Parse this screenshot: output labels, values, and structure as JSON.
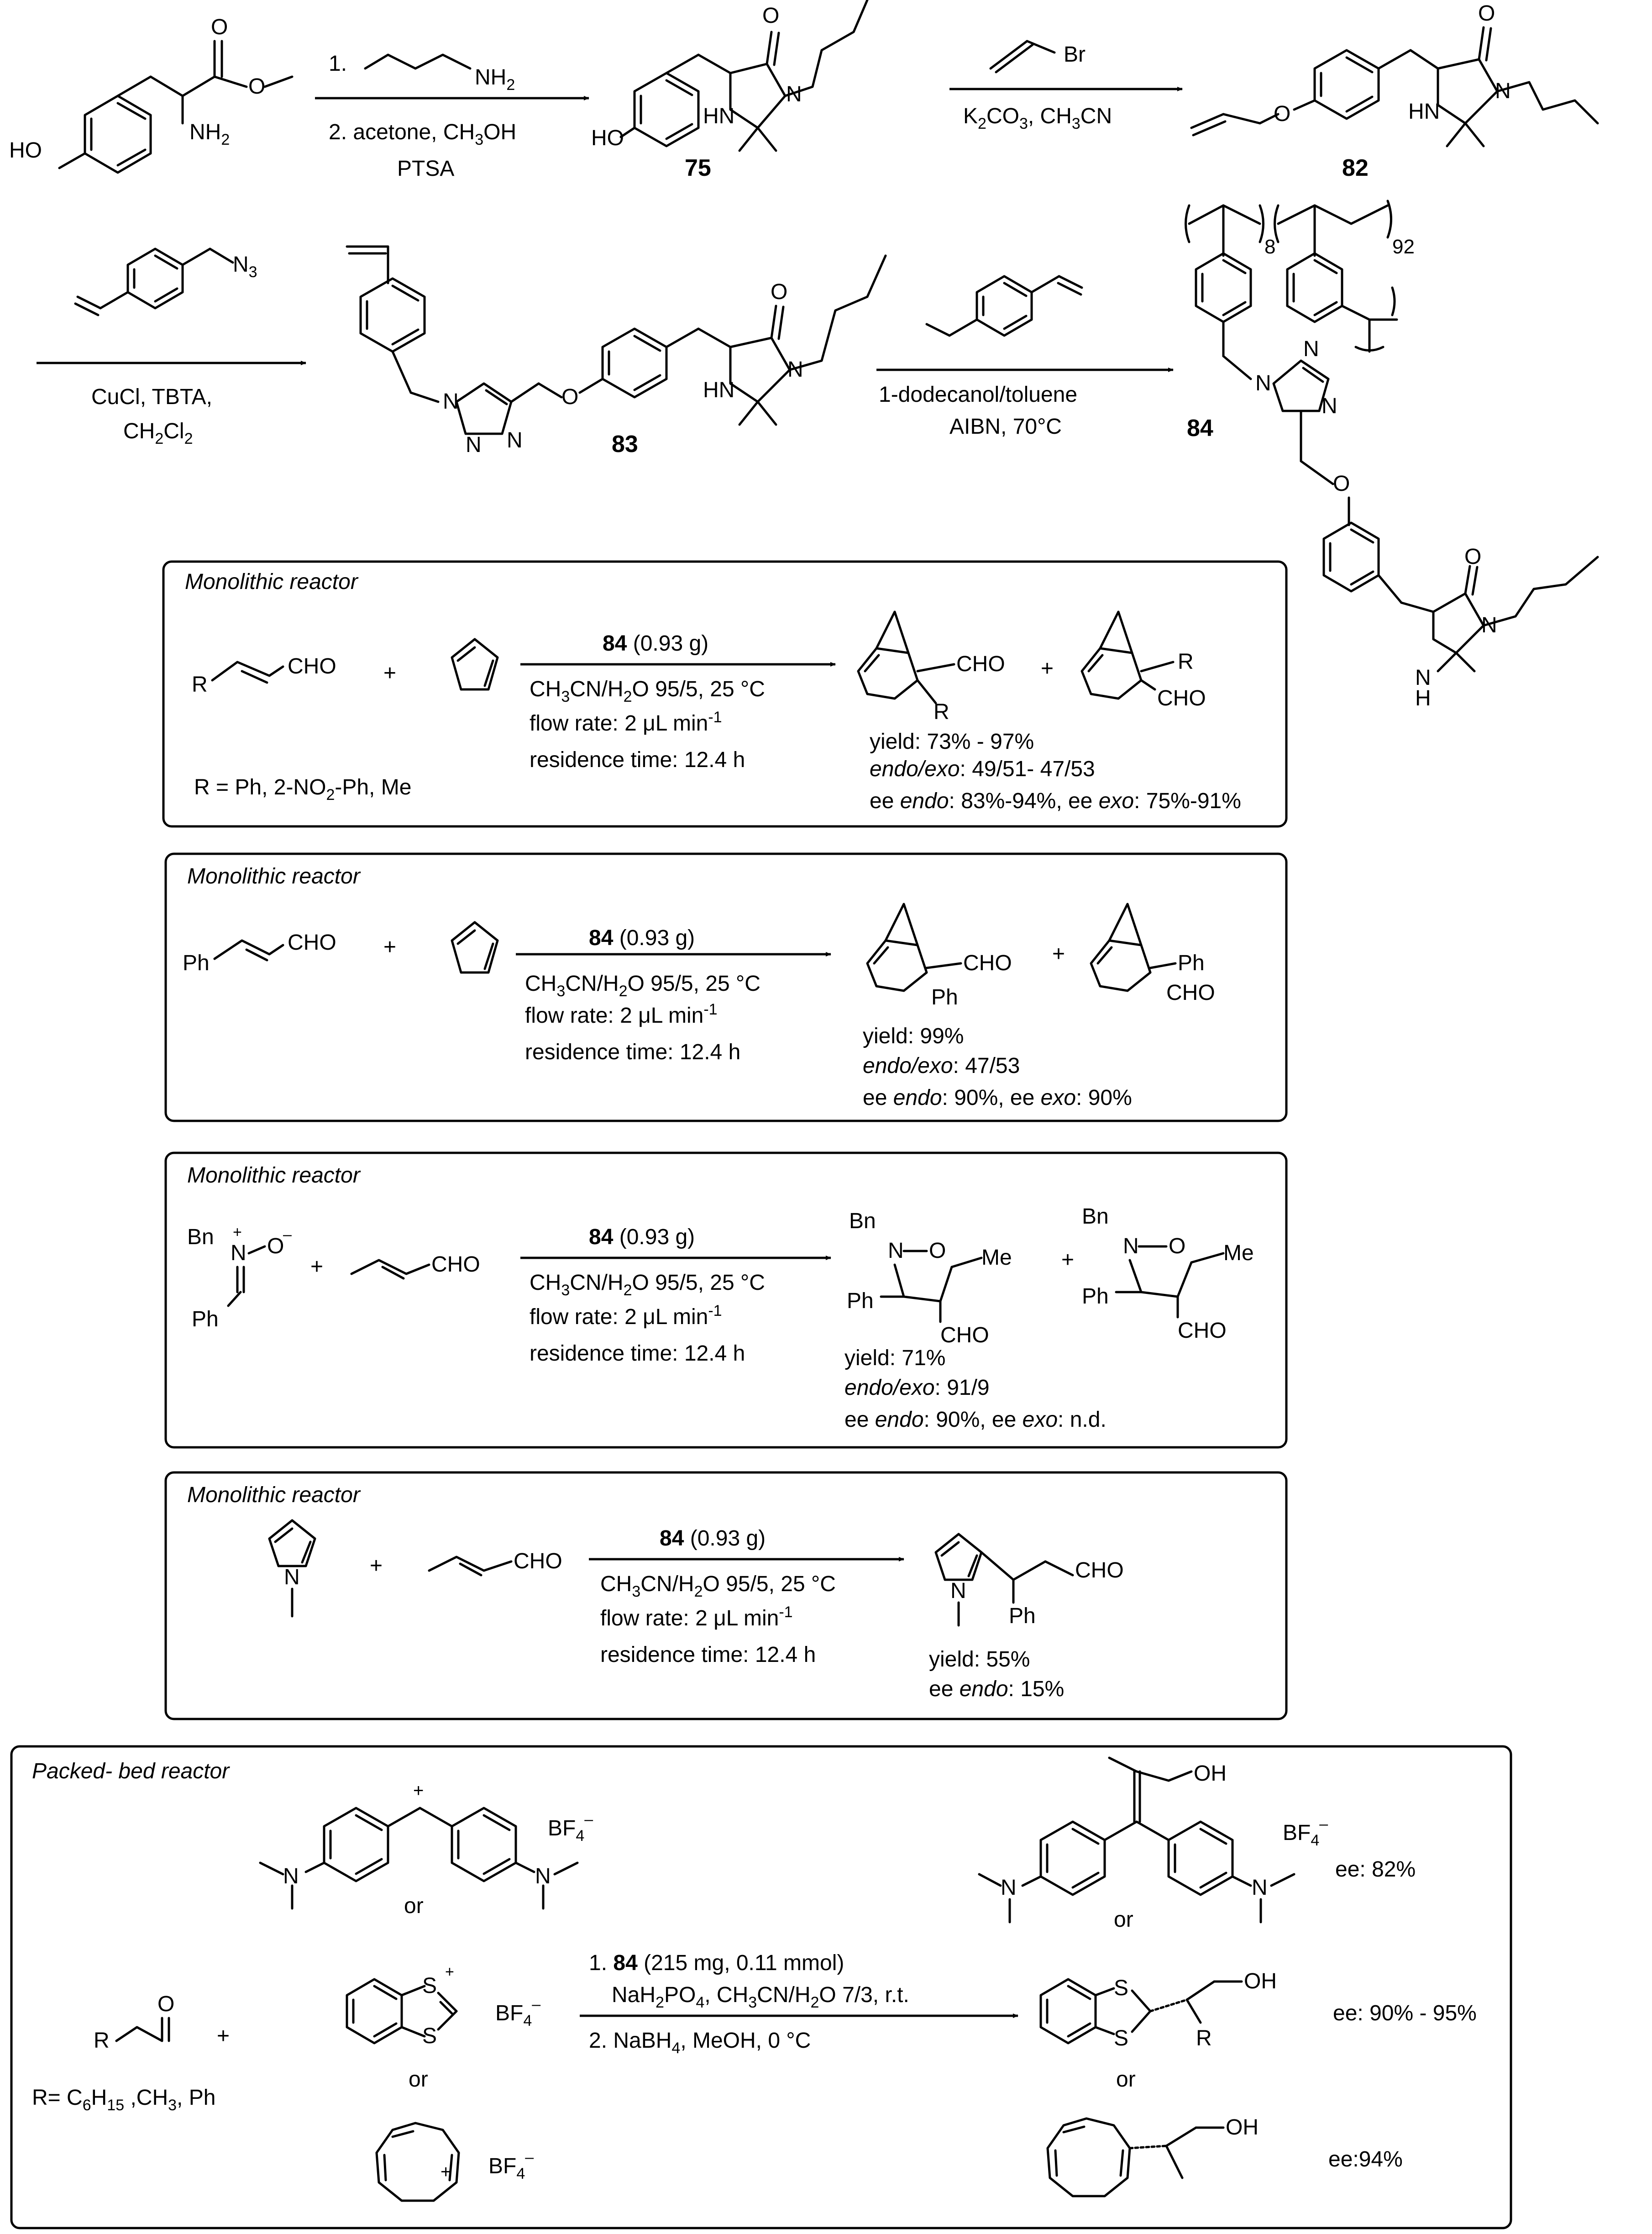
{
  "top": {
    "step1": {
      "line1": "1.",
      "amine": "NH",
      "amine_sub": "2",
      "line2": "2. acetone, CH",
      "line2_sub": "3",
      "line2_end": "OH",
      "line3": "PTSA"
    },
    "c75": "75",
    "step2": {
      "reagent": "Br",
      "cond_a": "K",
      "cond_a_sub": "2",
      "cond_b": "CO",
      "cond_b_sub": "3",
      "cond_c": ", CH",
      "cond_c_sub": "3",
      "cond_d": "CN"
    },
    "c82": "82",
    "step3": {
      "azide": "N",
      "azide_sub": "3",
      "cond1": "CuCl, TBTA,",
      "cond2": "CH",
      "cond2_sub": "2",
      "cond2_b": "Cl",
      "cond2_sub2": "2"
    },
    "c83": "83",
    "step4": {
      "cond1": "1-dodecanol/toluene",
      "cond2": "AIBN, 70°C"
    },
    "c84": "84",
    "polymer": {
      "n1": "8",
      "n2": "92"
    },
    "atoms": {
      "HO": "HO",
      "NH2": "NH",
      "NH2_sub": "2",
      "O": "O",
      "N": "N",
      "HN": "HN",
      "H": "H"
    }
  },
  "boxes": [
    {
      "title": "Monolithic reactor",
      "cat": "84",
      "cat_amt": "(0.93 g)",
      "solvent": "CH",
      "solvent_sub": "3",
      "solvent_end": "CN/H",
      "solvent_sub2": "2",
      "solvent_tail": "O 95/5, 25 °C",
      "flow": "flow rate: 2 ",
      "flow_mu": "μ",
      "flow_end": "L min",
      "flow_sup": "-1",
      "residence": "residence time: 12.4 h",
      "substituent": "R = Ph, 2-NO",
      "substituent_sub": "2",
      "substituent_end": "-Ph, Me",
      "reactant_R": "R",
      "reactant_CHO": "CHO",
      "prod1_CHO": "CHO",
      "prod1_R": "R",
      "prod2_R": "R",
      "prod2_CHO": "CHO",
      "yield": "yield: 73% - 97%",
      "endoexo_label": "endo/exo",
      "endoexo": ": 49/51- 47/53",
      "ee_a": "ee ",
      "ee_endo": "endo",
      "ee_b": ": 83%-94%, ee ",
      "ee_exo": "exo",
      "ee_c": ": 75%-91%"
    },
    {
      "title": "Monolithic reactor",
      "cat": "84",
      "cat_amt": "(0.93 g)",
      "solvent": "CH",
      "solvent_sub": "3",
      "solvent_end": "CN/H",
      "solvent_sub2": "2",
      "solvent_tail": "O 95/5, 25 °C",
      "flow": "flow rate: 2 ",
      "flow_mu": "μ",
      "flow_end": "L min",
      "flow_sup": "-1",
      "residence": "residence time: 12.4 h",
      "reactant_Ph": "Ph",
      "reactant_CHO": "CHO",
      "prod1_CHO": "CHO",
      "prod1_Ph": "Ph",
      "prod2_Ph": "Ph",
      "prod2_CHO": "CHO",
      "yield": "yield:  99%",
      "endoexo_label": "endo/exo",
      "endoexo": ": 47/53",
      "ee_a": "ee ",
      "ee_endo": "endo",
      "ee_b": ": 90%, ee ",
      "ee_exo": "exo",
      "ee_c": ": 90%"
    },
    {
      "title": "Monolithic reactor",
      "cat": "84",
      "cat_amt": "(0.93 g)",
      "solvent": "CH",
      "solvent_sub": "3",
      "solvent_end": "CN/H",
      "solvent_sub2": "2",
      "solvent_tail": "O 95/5, 25 °C",
      "flow": "flow rate: 2 ",
      "flow_mu": "μ",
      "flow_end": "L min",
      "flow_sup": "-1",
      "residence": "residence time: 12.4 h",
      "nitrone_Bn": "Bn",
      "nitrone_N": "N",
      "nitrone_plus": "+",
      "nitrone_O": "O",
      "nitrone_minus": "–",
      "nitrone_Ph": "Ph",
      "reactant_CHO": "CHO",
      "p_Bn": "Bn",
      "p_N": "N",
      "p_O": "O",
      "p_Me": "Me",
      "p_Ph": "Ph",
      "p_CHO": "CHO",
      "yield": "yield: 71%",
      "endoexo_label": "endo/exo",
      "endoexo": ": 91/9",
      "ee_a": "ee ",
      "ee_endo": "endo",
      "ee_b": ": 90%, ee ",
      "ee_exo": "exo",
      "ee_c": ": n.d."
    },
    {
      "title": "Monolithic reactor",
      "cat": "84",
      "cat_amt": "(0.93 g)",
      "solvent": "CH",
      "solvent_sub": "3",
      "solvent_end": "CN/H",
      "solvent_sub2": "2",
      "solvent_tail": "O 95/5, 25 °C",
      "flow": "flow rate: 2 ",
      "flow_mu": "μ",
      "flow_end": "L min",
      "flow_sup": "-1",
      "residence": "residence time: 12.4 h",
      "pyrrole_N": "N",
      "reactant_CHO": "CHO",
      "p_N": "N",
      "p_CHO": "CHO",
      "p_Ph": "Ph",
      "yield": "yield: 55%",
      "ee_a": "ee ",
      "ee_endo": "endo",
      "ee_c": ": 15%"
    }
  ],
  "packed": {
    "title": "Packed- bed reactor",
    "r_R": "R",
    "r_O": "O",
    "r_def": "R= C",
    "r_def_sub": "6",
    "r_def_sub2": "H",
    "r_def_sub3": "15",
    "r_def_end": " ,CH",
    "r_def_sub4": "3",
    "r_def_tail": ", Ph",
    "plus": "+",
    "or": "or",
    "bf4": "BF",
    "bf4_sub": "4",
    "bf4_sup": "–",
    "cation_plus": "+",
    "S": "S",
    "N": "N",
    "step1_a": "1. ",
    "step1_cat": "84",
    "step1_b": " (215 mg, 0.11 mmol)",
    "step1_c": "NaH",
    "step1_c_sub": "2",
    "step1_d": "PO",
    "step1_d_sub": "4",
    "step1_e": ", CH",
    "step1_e_sub": "3",
    "step1_f": "CN/H",
    "step1_f_sub": "2",
    "step1_g": "O 7/3, r.t.",
    "step2_a": "2. NaBH",
    "step2_sub": "4",
    "step2_b": ", MeOH, 0 °C",
    "OH": "OH",
    "prod_R": "R",
    "ee1": "ee: 82%",
    "ee2": "ee: 90% - 95%",
    "ee3": "ee:94%"
  },
  "colors": {
    "ink": "#000000",
    "background": "#ffffff"
  }
}
